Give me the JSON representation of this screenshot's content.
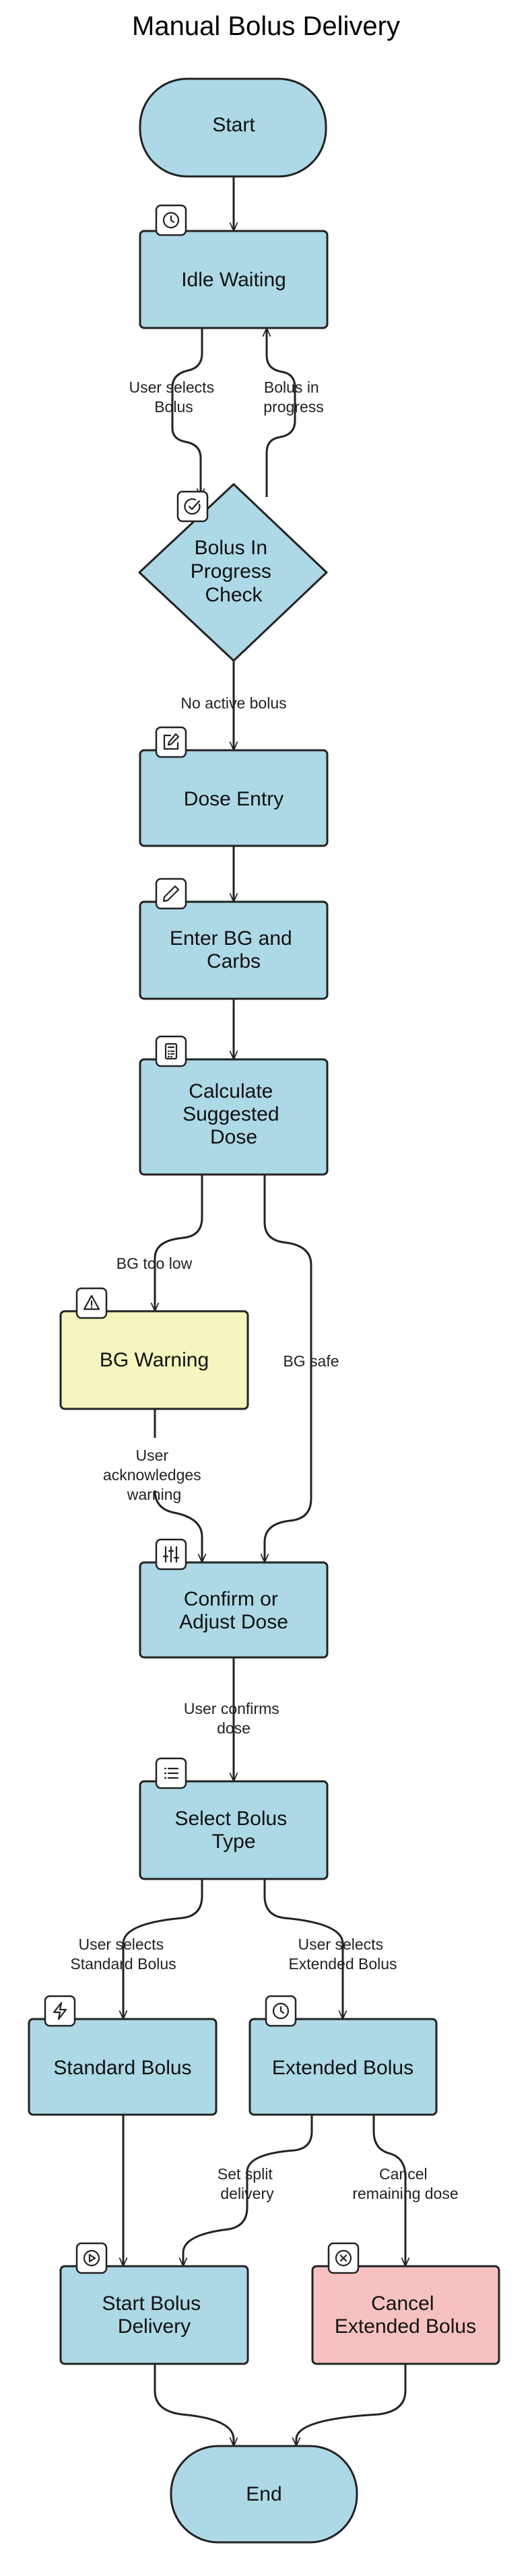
{
  "title": "Manual Bolus Delivery",
  "colors": {
    "default_fill": "#ADD8E6",
    "warning_fill": "#F5F5BE",
    "cancel_fill": "#F7C1C1",
    "stroke": "#222222"
  },
  "nodes": {
    "start": {
      "label": [
        "Start"
      ],
      "shape": "terminal"
    },
    "idle": {
      "label": [
        "Idle Waiting"
      ],
      "icon": "clock-icon"
    },
    "check": {
      "label": [
        "Bolus In",
        "Progress",
        "Check"
      ],
      "shape": "decision",
      "icon": "check-circle-icon"
    },
    "dose_entry": {
      "label": [
        "Dose Entry"
      ],
      "icon": "edit-square-icon"
    },
    "enter_bg": {
      "label": [
        "Enter BG and",
        "Carbs"
      ],
      "icon": "pencil-icon"
    },
    "calculate": {
      "label": [
        "Calculate",
        "Suggested",
        "Dose"
      ],
      "icon": "calculator-icon"
    },
    "bg_warning": {
      "label": [
        "BG Warning"
      ],
      "icon": "warning-icon"
    },
    "confirm": {
      "label": [
        "Confirm or",
        "Adjust Dose"
      ],
      "icon": "sliders-icon"
    },
    "select_type": {
      "label": [
        "Select Bolus",
        "Type"
      ],
      "icon": "list-icon"
    },
    "standard": {
      "label": [
        "Standard Bolus"
      ],
      "icon": "zap-icon"
    },
    "extended": {
      "label": [
        "Extended Bolus"
      ],
      "icon": "clock-icon"
    },
    "start_delivery": {
      "label": [
        "Start Bolus",
        "Delivery"
      ],
      "icon": "play-circle-icon"
    },
    "cancel_ext": {
      "label": [
        "Cancel",
        "Extended Bolus"
      ],
      "icon": "x-circle-icon"
    },
    "end": {
      "label": [
        "End"
      ],
      "shape": "terminal"
    }
  },
  "edges": {
    "user_selects_bolus": [
      "User selects",
      "Bolus"
    ],
    "bolus_in_progress": [
      "Bolus in",
      "progress"
    ],
    "no_active_bolus": [
      "No active bolus"
    ],
    "bg_too_low": [
      "BG too low"
    ],
    "bg_safe": [
      "BG safe"
    ],
    "user_acknowledges": [
      "User",
      "acknowledges",
      "warning"
    ],
    "user_confirms": [
      "User confirms",
      "dose"
    ],
    "user_selects_standard": [
      "User selects",
      "Standard Bolus"
    ],
    "user_selects_extended": [
      "User selects",
      "Extended Bolus"
    ],
    "set_split": [
      "Set split",
      "delivery"
    ],
    "cancel_remaining": [
      "Cancel",
      "remaining dose"
    ]
  }
}
